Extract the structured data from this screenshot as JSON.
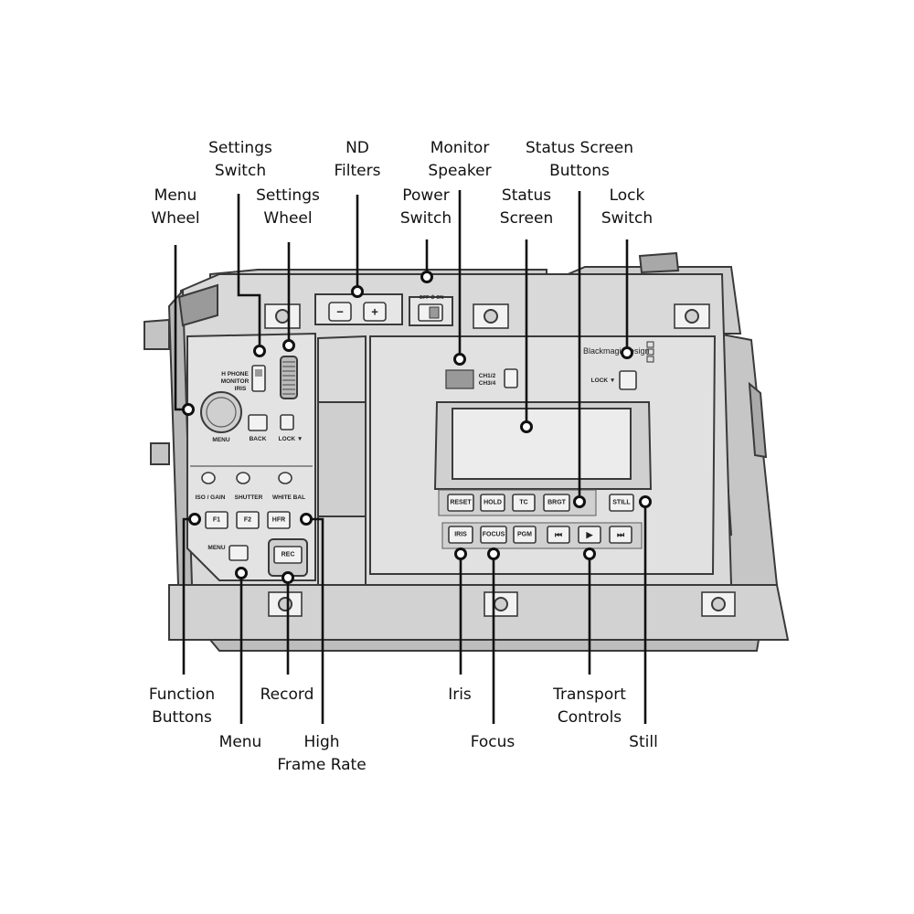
{
  "callouts": {
    "settings_switch": [
      "Settings",
      "Switch"
    ],
    "nd_filters": [
      "ND",
      "Filters"
    ],
    "monitor_speaker": [
      "Monitor",
      "Speaker"
    ],
    "status_screen_buttons": [
      "Status Screen",
      "Buttons"
    ],
    "menu_wheel": [
      "Menu",
      "Wheel"
    ],
    "settings_wheel": [
      "Settings",
      "Wheel"
    ],
    "power_switch": [
      "Power",
      "Switch"
    ],
    "status_screen": [
      "Status",
      "Screen"
    ],
    "lock_switch": [
      "Lock",
      "Switch"
    ],
    "function_buttons": [
      "Function",
      "Buttons"
    ],
    "record": [
      "Record"
    ],
    "iris": [
      "Iris"
    ],
    "transport_controls": [
      "Transport",
      "Controls"
    ],
    "menu": [
      "Menu"
    ],
    "high_frame_rate": [
      "High",
      "Frame Rate"
    ],
    "focus": [
      "Focus"
    ],
    "still": [
      "Still"
    ]
  },
  "panel": {
    "nd_minus": "−",
    "nd_plus": "+",
    "power_off_on": "OFF ⏻ ON",
    "brand": "Blackmagicdesign",
    "lock_label": "LOCK ▼",
    "ch12": "CH1/2",
    "ch34": "CH3/4",
    "h_phone": "H PHONE",
    "monitor": "MONITOR",
    "iris_small": "IRIS",
    "menu_wheel_label": "MENU",
    "back_label": "BACK",
    "lock_left": "LOCK ▼",
    "iso_gain": "ISO / GAIN",
    "shutter": "SHUTTER",
    "white_bal": "WHITE BAL",
    "f1": "F1",
    "f2": "F2",
    "hfr": "HFR",
    "menu_button_label": "MENU",
    "rec": "REC",
    "reset": "RESET",
    "hold": "HOLD",
    "tc": "TC",
    "brgt": "BRGT",
    "still_btn": "STILL",
    "iris_btn": "IRIS",
    "focus_btn": "FOCUS",
    "pgm": "PGM",
    "prev": "⏮",
    "play": "▶",
    "next": "⏭"
  }
}
